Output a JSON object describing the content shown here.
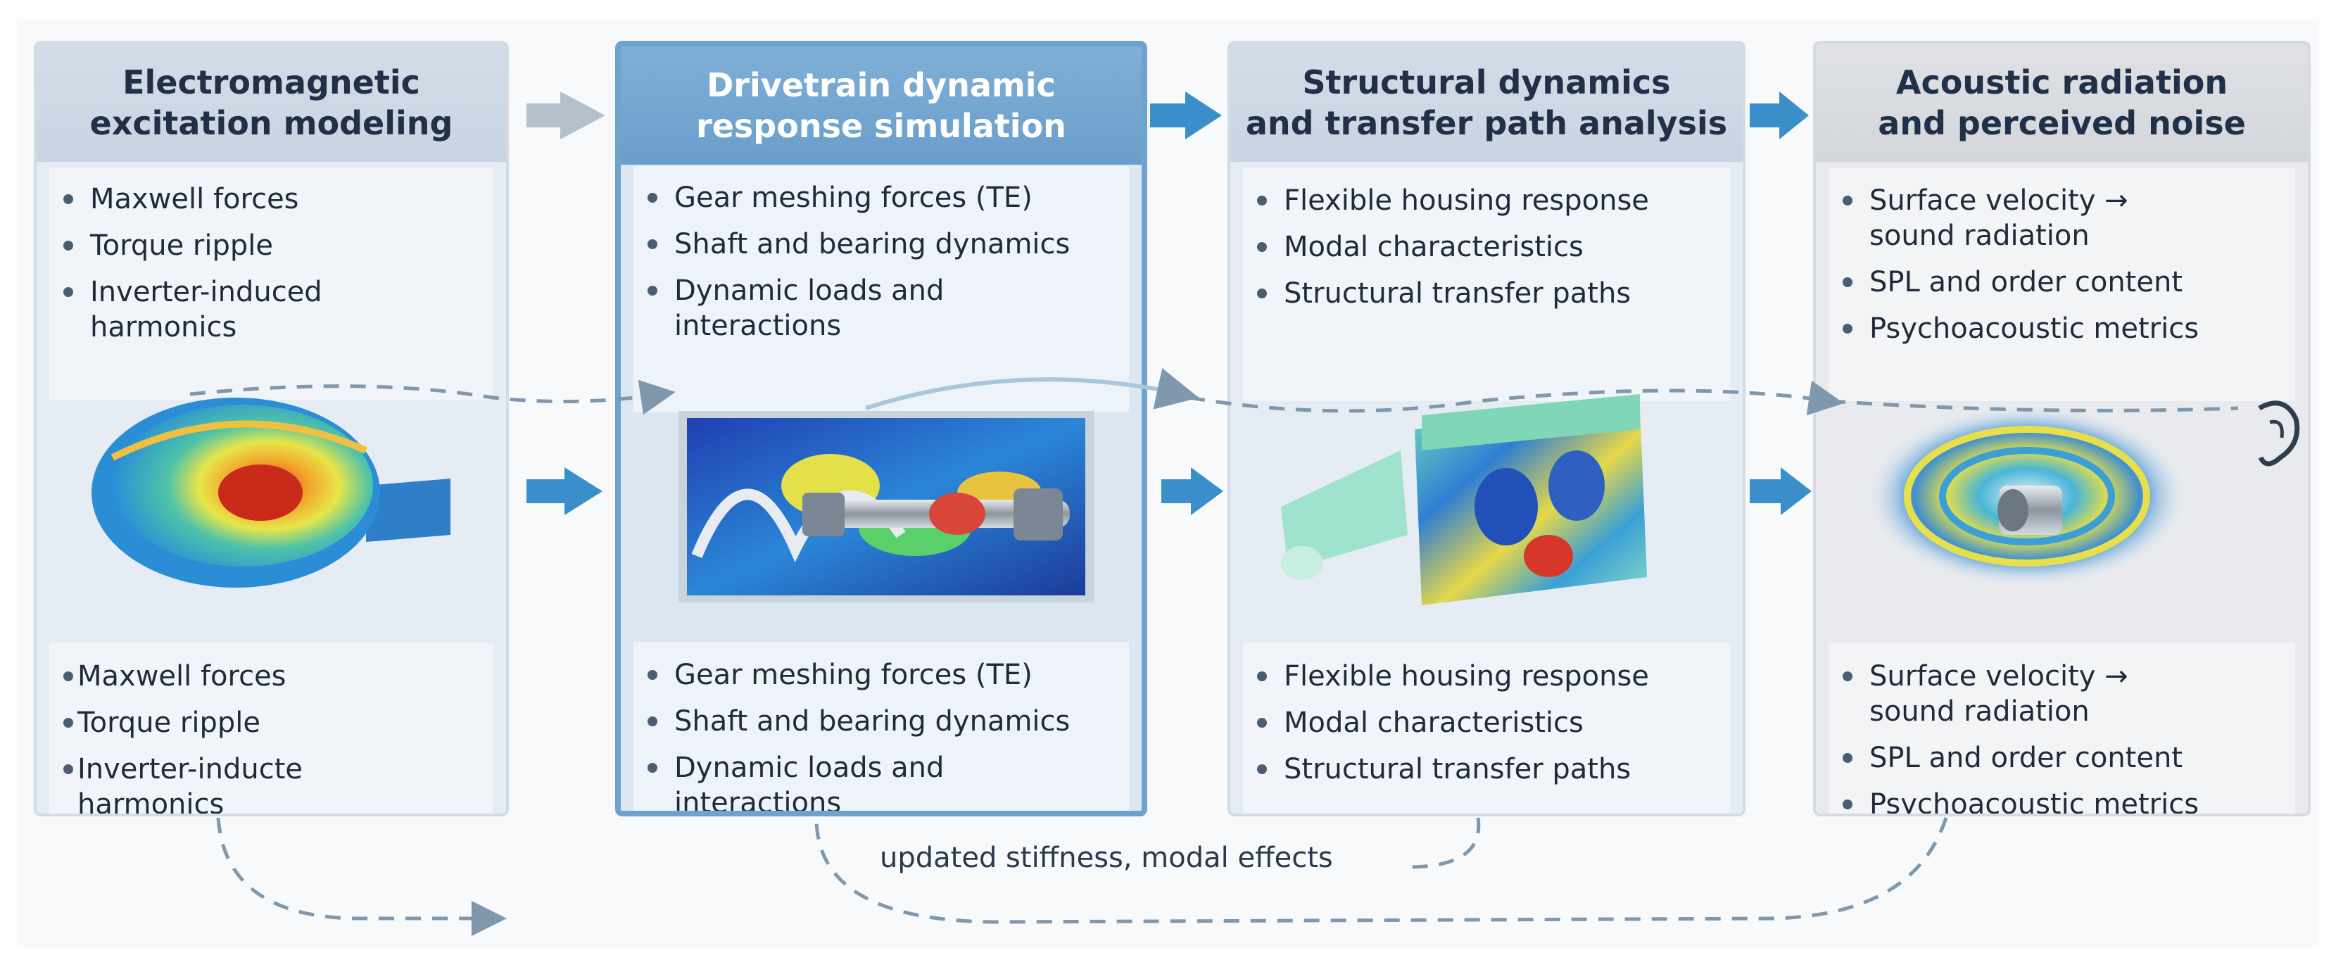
{
  "columns": [
    {
      "title_line1": "Electromagnetic",
      "title_line2": "excitation modeling",
      "top_items": [
        "Maxwell forces",
        "Torque ripple",
        "Inverter-induced harmonics"
      ],
      "bottom_items": [
        "Maxwell forces",
        "Torque ripple",
        "Inverter-inducte harmonics"
      ]
    },
    {
      "title_line1": "Drivetrain dynamic",
      "title_line2": "response simulation",
      "top_items": [
        "Gear meshing forces (TE)",
        "Shaft and bearing dynamics",
        "Dynamic loads and interactions"
      ],
      "bottom_items": [
        "Gear meshing forces (TE)",
        "Shaft and bearing dynamics",
        "Dynamic loads and interactions"
      ]
    },
    {
      "title_line1": "Structural dynamics",
      "title_line2": "and transfer path analysis",
      "top_items": [
        "Flexible housing response",
        "Modal characteristics",
        "Structural transfer paths"
      ],
      "bottom_items": [
        "Flexible housing response",
        "Modal characteristics",
        "Structural transfer paths"
      ]
    },
    {
      "title_line1": "Acoustic radiation",
      "title_line2": "and perceived noise",
      "top_items": [
        "Surface velocity → sound radiation",
        "SPL and order content",
        "Psychoacoustic metrics"
      ],
      "bottom_items": [
        "Surface velocity → sound radiation",
        "SPL and order content",
        "Psychoacoustic metrics"
      ]
    }
  ],
  "feedback_label": "updated stiffness, modal effects",
  "icons": {
    "stage1": "motor-stator-fe-icon",
    "stage2": "drivetrain-shaft-fe-icon",
    "stage3": "gearbox-housing-fe-icon",
    "stage4": "sound-radiation-icon",
    "listener": "ear-icon"
  },
  "colors": {
    "accent": "#3f8fc9",
    "active_header": "#6fa3cd",
    "dash": "#7f98ad"
  }
}
